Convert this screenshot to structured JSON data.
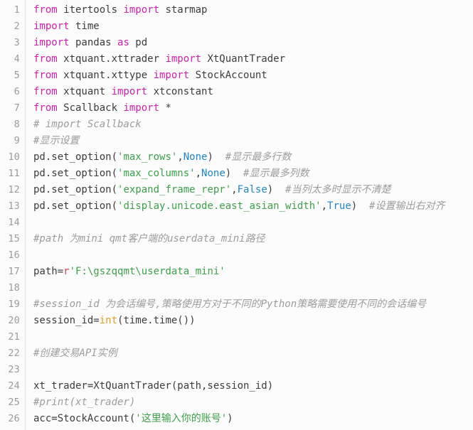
{
  "editor": {
    "title": "python-code-editor",
    "language": "Python",
    "total_lines": 26,
    "colors": {
      "background": "#fcfcfc",
      "gutter_background": "#fbfbfb",
      "gutter_border": "#e2e2e2",
      "line_number": "#9b9b9b",
      "plain_text": "#3c3c3c",
      "keyword": "#cc22aa",
      "string": "#3da04a",
      "constant": "#2186c8",
      "builtin": "#e0a020",
      "string_prefix": "#d14545",
      "comment": "#9c9c9c"
    },
    "line_numbers": [
      1,
      2,
      3,
      4,
      5,
      6,
      7,
      8,
      9,
      10,
      11,
      12,
      13,
      14,
      15,
      16,
      17,
      18,
      19,
      20,
      21,
      22,
      23,
      24,
      25,
      26
    ],
    "lines": [
      {
        "n": 1,
        "tokens": [
          {
            "t": "from",
            "c": "kw"
          },
          {
            "t": " itertools ",
            "c": "plain"
          },
          {
            "t": "import",
            "c": "kw"
          },
          {
            "t": " starmap",
            "c": "plain"
          }
        ]
      },
      {
        "n": 2,
        "tokens": [
          {
            "t": "import",
            "c": "kw"
          },
          {
            "t": " time",
            "c": "plain"
          }
        ]
      },
      {
        "n": 3,
        "tokens": [
          {
            "t": "import",
            "c": "kw"
          },
          {
            "t": " pandas ",
            "c": "plain"
          },
          {
            "t": "as",
            "c": "kw"
          },
          {
            "t": " pd",
            "c": "plain"
          }
        ]
      },
      {
        "n": 4,
        "tokens": [
          {
            "t": "from",
            "c": "kw"
          },
          {
            "t": " xtquant.xttrader ",
            "c": "plain"
          },
          {
            "t": "import",
            "c": "kw"
          },
          {
            "t": " XtQuantTrader",
            "c": "plain"
          }
        ]
      },
      {
        "n": 5,
        "tokens": [
          {
            "t": "from",
            "c": "kw"
          },
          {
            "t": " xtquant.xttype ",
            "c": "plain"
          },
          {
            "t": "import",
            "c": "kw"
          },
          {
            "t": " StockAccount",
            "c": "plain"
          }
        ]
      },
      {
        "n": 6,
        "tokens": [
          {
            "t": "from",
            "c": "kw"
          },
          {
            "t": " xtquant ",
            "c": "plain"
          },
          {
            "t": "import",
            "c": "kw"
          },
          {
            "t": " xtconstant",
            "c": "plain"
          }
        ]
      },
      {
        "n": 7,
        "tokens": [
          {
            "t": "from",
            "c": "kw"
          },
          {
            "t": " Scallback ",
            "c": "plain"
          },
          {
            "t": "import",
            "c": "kw"
          },
          {
            "t": " *",
            "c": "plain"
          }
        ]
      },
      {
        "n": 8,
        "tokens": [
          {
            "t": "# import Scallback",
            "c": "comment"
          }
        ]
      },
      {
        "n": 9,
        "tokens": [
          {
            "t": "#显示设置",
            "c": "comment"
          }
        ]
      },
      {
        "n": 10,
        "tokens": [
          {
            "t": "pd.set_option(",
            "c": "plain"
          },
          {
            "t": "'max_rows'",
            "c": "str"
          },
          {
            "t": ",",
            "c": "plain"
          },
          {
            "t": "None",
            "c": "const"
          },
          {
            "t": ")  ",
            "c": "plain"
          },
          {
            "t": "#显示最多行数",
            "c": "comment"
          }
        ]
      },
      {
        "n": 11,
        "tokens": [
          {
            "t": "pd.set_option(",
            "c": "plain"
          },
          {
            "t": "'max_columns'",
            "c": "str"
          },
          {
            "t": ",",
            "c": "plain"
          },
          {
            "t": "None",
            "c": "const"
          },
          {
            "t": ")  ",
            "c": "plain"
          },
          {
            "t": "#显示最多列数",
            "c": "comment"
          }
        ]
      },
      {
        "n": 12,
        "tokens": [
          {
            "t": "pd.set_option(",
            "c": "plain"
          },
          {
            "t": "'expand_frame_repr'",
            "c": "str"
          },
          {
            "t": ",",
            "c": "plain"
          },
          {
            "t": "False",
            "c": "const"
          },
          {
            "t": ")  ",
            "c": "plain"
          },
          {
            "t": "#当列太多时显示不清楚",
            "c": "comment"
          }
        ]
      },
      {
        "n": 13,
        "tokens": [
          {
            "t": "pd.set_option(",
            "c": "plain"
          },
          {
            "t": "'display.unicode.east_asian_width'",
            "c": "str"
          },
          {
            "t": ",",
            "c": "plain"
          },
          {
            "t": "True",
            "c": "const"
          },
          {
            "t": ")  ",
            "c": "plain"
          },
          {
            "t": "#设置输出右对齐",
            "c": "comment"
          }
        ]
      },
      {
        "n": 14,
        "tokens": []
      },
      {
        "n": 15,
        "tokens": [
          {
            "t": "#path 为mini qmt客户端的userdata_mini路径",
            "c": "comment"
          }
        ]
      },
      {
        "n": 16,
        "tokens": []
      },
      {
        "n": 17,
        "tokens": [
          {
            "t": "path=",
            "c": "plain"
          },
          {
            "t": "r",
            "c": "prefix"
          },
          {
            "t": "'F:\\gszqqmt\\userdata_mini'",
            "c": "str"
          }
        ]
      },
      {
        "n": 18,
        "tokens": []
      },
      {
        "n": 19,
        "tokens": [
          {
            "t": "#session_id 为会话编号,策略使用方对于不同的Python策略需要使用不同的会话编号",
            "c": "comment"
          }
        ]
      },
      {
        "n": 20,
        "tokens": [
          {
            "t": "session_id=",
            "c": "plain"
          },
          {
            "t": "int",
            "c": "builtin"
          },
          {
            "t": "(time.time())",
            "c": "plain"
          }
        ]
      },
      {
        "n": 21,
        "tokens": []
      },
      {
        "n": 22,
        "tokens": [
          {
            "t": "#创建交易API实例",
            "c": "comment"
          }
        ]
      },
      {
        "n": 23,
        "tokens": []
      },
      {
        "n": 24,
        "tokens": [
          {
            "t": "xt_trader=XtQuantTrader(path,session_id)",
            "c": "plain"
          }
        ]
      },
      {
        "n": 25,
        "tokens": [
          {
            "t": "#print(xt_trader)",
            "c": "comment"
          }
        ]
      },
      {
        "n": 26,
        "tokens": [
          {
            "t": "acc=StockAccount(",
            "c": "plain"
          },
          {
            "t": "'这里输入你的账号'",
            "c": "str"
          },
          {
            "t": ")",
            "c": "plain"
          }
        ]
      }
    ]
  }
}
